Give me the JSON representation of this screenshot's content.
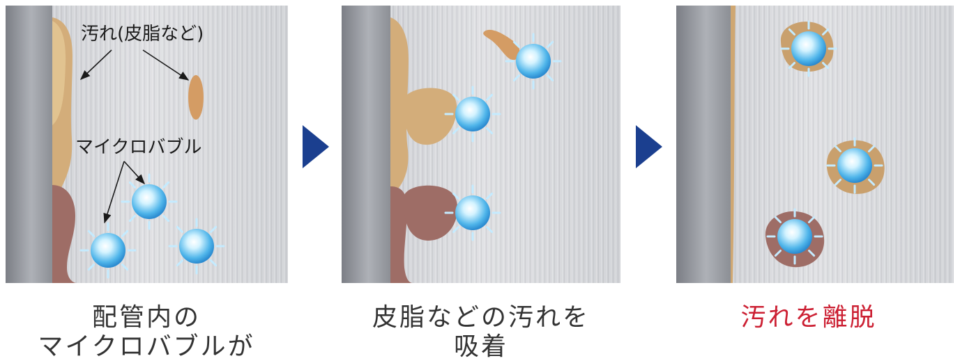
{
  "panels": [
    {
      "labels": {
        "dirt": "汚れ(皮脂など)",
        "bubble": "マイクロバブル"
      },
      "caption": [
        "配管内の",
        "マイクロバブルが"
      ]
    },
    {
      "caption": [
        "皮脂などの汚れを",
        "吸着"
      ]
    },
    {
      "caption": [
        "汚れを離脱"
      ]
    }
  ],
  "colors": {
    "caption_text": "#333333",
    "caption_highlight": "#cc2033",
    "step_arrow": "#1b3f8f",
    "sebum_tan": "#d3ad7a",
    "dirt_brown": "#9e6d66",
    "bubble_blue": "#4fb5ea"
  },
  "icons": [
    "microbubble",
    "step-arrow"
  ]
}
